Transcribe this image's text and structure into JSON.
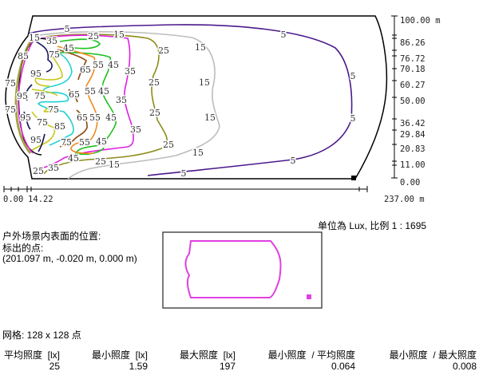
{
  "isoline_plot": {
    "x_axis": {
      "start": "0.00",
      "tick": "14.22",
      "end": "237.00 m"
    },
    "y_axis": {
      "labels": [
        "100.00 m",
        "86.26",
        "76.72",
        "70.18",
        "60.27",
        "50.00",
        "36.42",
        "29.84",
        "20.83",
        "11.00",
        "0.00"
      ]
    },
    "levels": [
      5,
      15,
      25,
      35,
      45,
      55,
      65,
      75,
      85,
      95
    ],
    "level_colors": {
      "5": "#4b1a8c",
      "15": "#bdbdbd",
      "25": "#8c8c1a",
      "35": "#e01ee0",
      "45": "#1ec01e",
      "55": "#f08a1e",
      "65": "#8b4a10",
      "75": "#1ed2d2",
      "85": "#c8c81e",
      "95": "#14145a"
    },
    "labels": [
      "5",
      "5",
      "5",
      "5",
      "5",
      "5",
      "15",
      "15",
      "15",
      "15",
      "15",
      "15",
      "15",
      "25",
      "25",
      "25",
      "25",
      "25",
      "25",
      "25",
      "35",
      "35",
      "35",
      "35",
      "35",
      "45",
      "45",
      "45",
      "45",
      "45",
      "45",
      "55",
      "55",
      "55",
      "55",
      "65",
      "65",
      "65",
      "75",
      "75",
      "75",
      "75",
      "75",
      "75",
      "75",
      "85",
      "85",
      "95",
      "95",
      "95",
      "95"
    ]
  },
  "scale_text": "单位為 Lux, 比例 1 : 1695",
  "position": {
    "title": "户外场景内表面的位置:",
    "marked_point_label": "标出的点:",
    "marked_point": "(201.097 m, -0.020 m, 0.000 m)"
  },
  "grid_text": "网格: 128 x 128 点",
  "stats": [
    {
      "header": "平均照度  [lx]",
      "value": "25"
    },
    {
      "header": "最小照度  [lx]",
      "value": "1.59"
    },
    {
      "header": "最大照度  [lx]",
      "value": "197"
    },
    {
      "header": "最小照度  / 平均照度",
      "value": "0.064"
    },
    {
      "header": "最小照度  / 最大照度",
      "value": "0.008"
    }
  ],
  "inset_color": "#e040e0"
}
